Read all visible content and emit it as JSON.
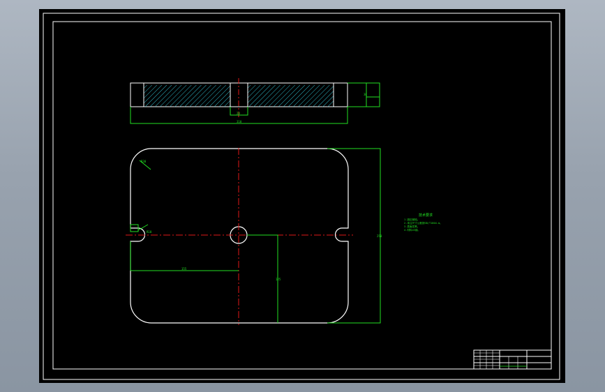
{
  "viewport": {
    "background": "#000000"
  },
  "colors": {
    "outline": "#ffffff",
    "dimension": "#22e022",
    "centerline": "#e01818",
    "hatch": "#2fb8c8"
  },
  "notes": {
    "title": "技术要求",
    "lines": [
      "1.锐边倒钝。",
      "2.未注尺寸公差按GB/T1804-m。",
      "3.表面发黑。",
      "4.材料45钢。"
    ]
  },
  "dimensions": {
    "side_width": "310",
    "slot_width": "20",
    "thickness": "30",
    "radius": "R30",
    "height": "250",
    "half_width": "155",
    "half_height": "125",
    "slot_radius": "R10"
  },
  "title_block": {
    "cells": [
      "",
      "",
      "",
      "",
      ""
    ]
  }
}
